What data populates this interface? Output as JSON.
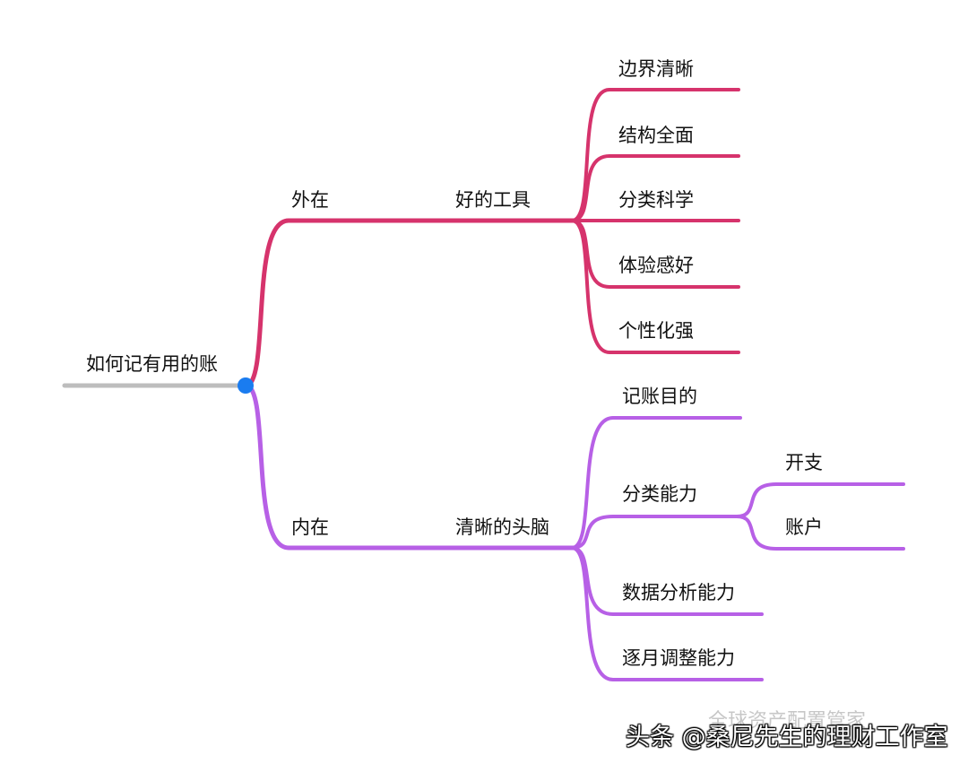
{
  "colors": {
    "root_line": "#bdbdbd",
    "root_node": "#1a7cf0",
    "upper_branch": "#d6336c",
    "lower_branch": "#b760e6"
  },
  "mindmap": {
    "root": "如何记有用的账",
    "outer": {
      "label": "外在",
      "sub": "好的工具",
      "leaves": [
        "边界清晰",
        "结构全面",
        "分类科学",
        "体验感好",
        "个性化强"
      ]
    },
    "inner": {
      "label": "内在",
      "sub": "清晰的头脑",
      "leaves": [
        "记账目的",
        "分类能力",
        "数据分析能力",
        "逐月调整能力"
      ],
      "classify_children": [
        "开支",
        "账户"
      ]
    }
  },
  "watermark": {
    "text": "头条 @桑尼先生的理财工作室",
    "faint": "全球资产配置管家"
  }
}
